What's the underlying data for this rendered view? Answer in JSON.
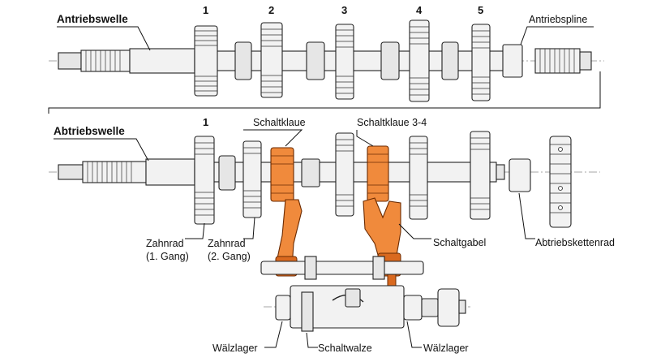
{
  "labels": {
    "antriebswelle": "Antriebswelle",
    "antriebspline": "Antriebspline",
    "abtriebswelle": "Abtriebswelle",
    "schaltklaue": "Schaltklaue",
    "schaltklaue34": "Schaltklaue 3-4",
    "zahnrad1": "Zahnrad",
    "zahnrad1_sub": "(1. Gang)",
    "zahnrad2": "Zahnrad",
    "zahnrad2_sub": "(2. Gang)",
    "schaltgabel": "Schaltgabel",
    "abtriebskettenrad": "Abtriebskettenrad",
    "waelzlager_left": "Wälzlager",
    "schaltwalze": "Schaltwalze",
    "waelzlager_right": "Wälzlager"
  },
  "gear_numbers_top": [
    "1",
    "2",
    "3",
    "4",
    "5"
  ],
  "gear_number_lower": "1",
  "colors": {
    "accent_orange": "#f08a3c",
    "outline": "#222222",
    "metal": "#f2f2f2"
  }
}
